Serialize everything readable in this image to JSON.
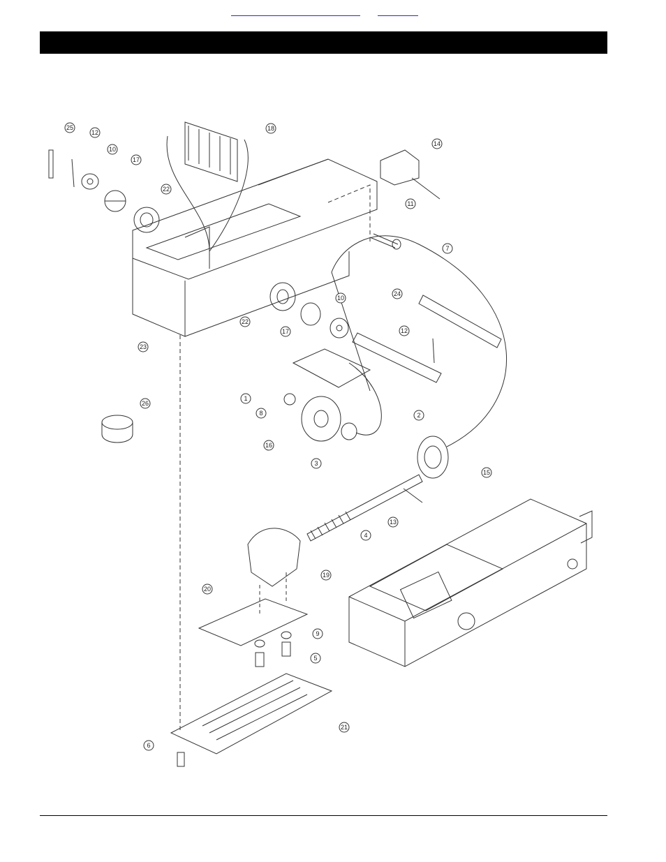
{
  "header": {
    "link_1": "",
    "link_2": "",
    "title": ""
  },
  "colors": {
    "header_bar": "#000000",
    "ink": "#222222",
    "link": "#2b2bd0"
  },
  "diagram": {
    "part_labels": [
      "1",
      "2",
      "3",
      "4",
      "5",
      "6",
      "7",
      "8",
      "9",
      "10",
      "10",
      "11",
      "12",
      "12",
      "13",
      "14",
      "15",
      "16",
      "17",
      "17",
      "18",
      "19",
      "20",
      "21",
      "22",
      "22",
      "23",
      "24",
      "25",
      "26"
    ]
  }
}
